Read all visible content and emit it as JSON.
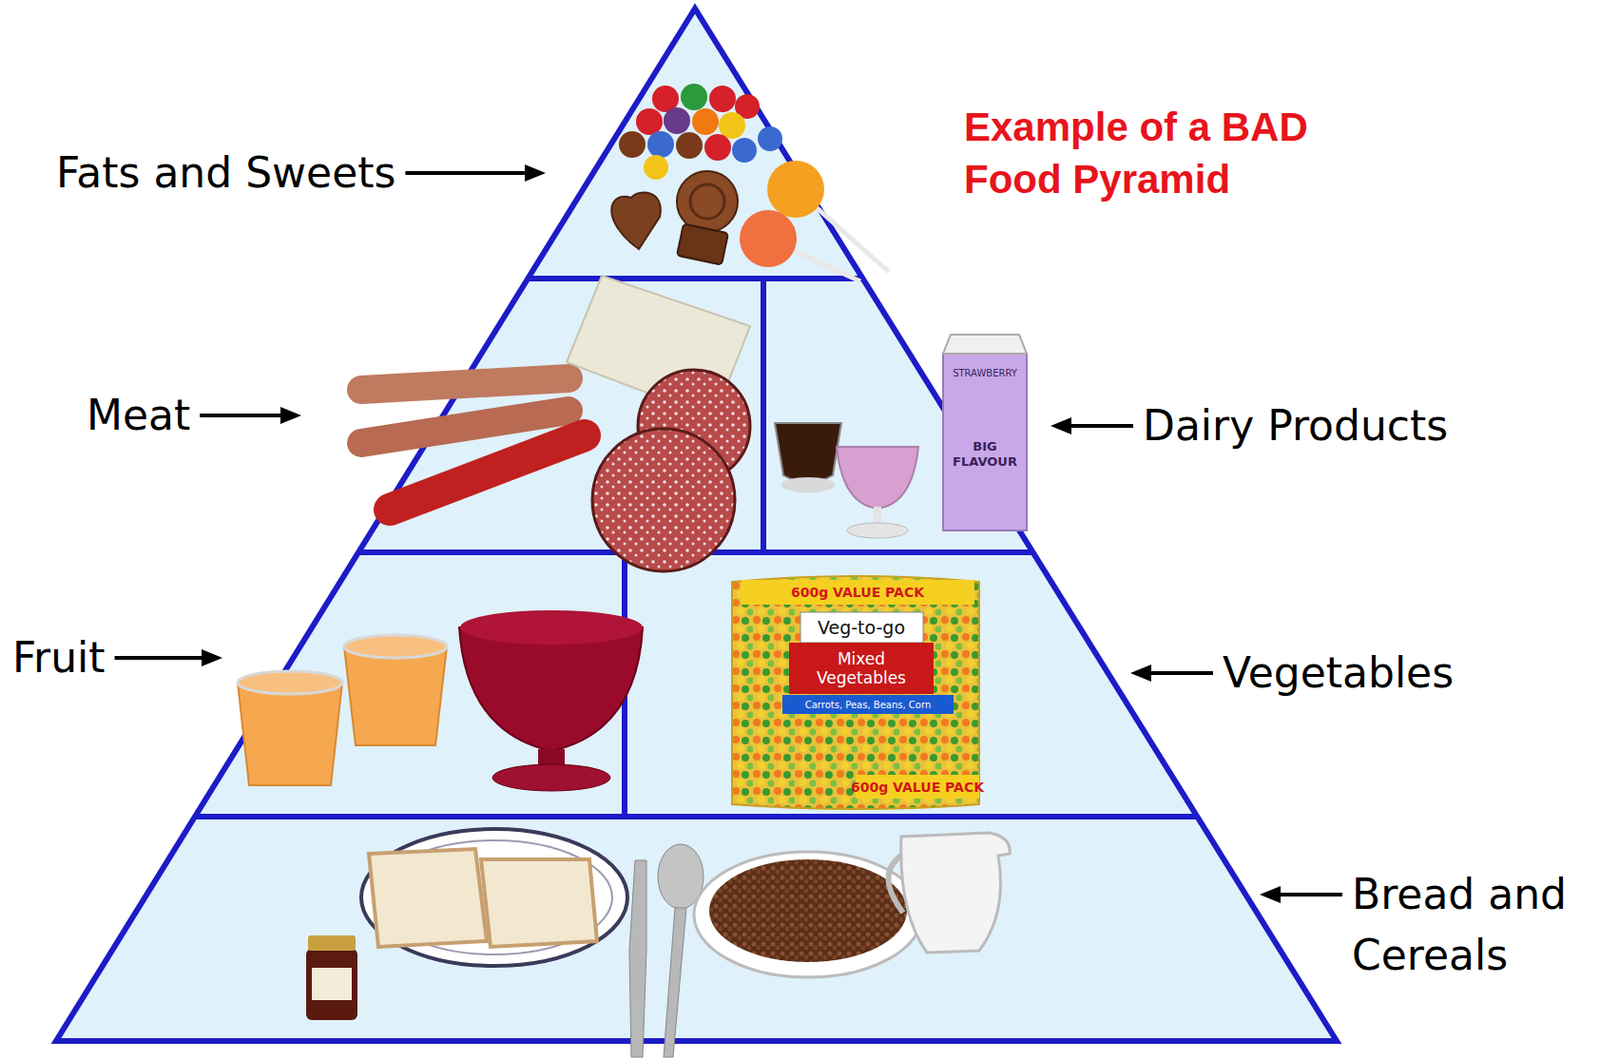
{
  "diagram": {
    "title": "Example of a BAD Food Pyramid",
    "labels": [
      "Fats and Sweets",
      "Meat",
      "Dairy Products",
      "Fruit",
      "Vegetables",
      "Bread and Cereals",
      "600g VALUE PACK",
      "Veg-to-go",
      "Mixed Vegetables",
      "Carrots, Peas, Beans, Corn",
      "600g VALUE PACK",
      "STRAWBERRY",
      "BIG FLAVOUR"
    ]
  }
}
